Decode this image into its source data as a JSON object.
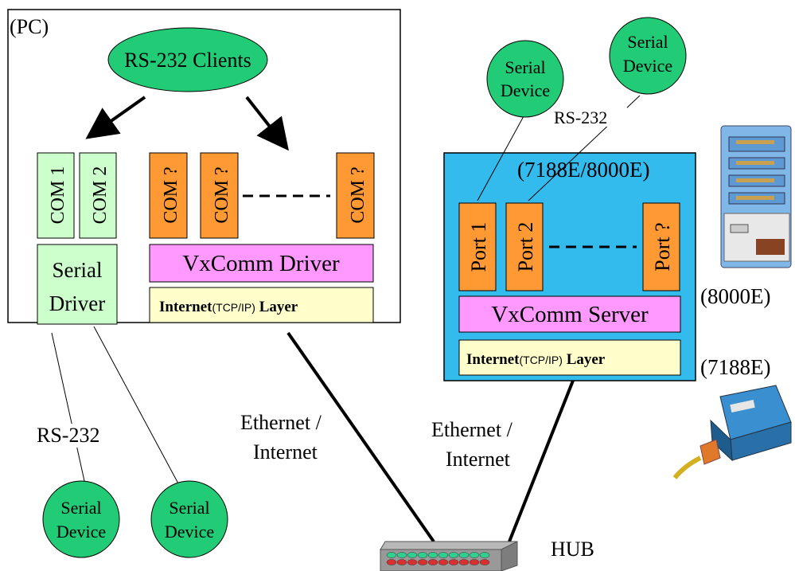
{
  "pc": {
    "label": "(PC)",
    "clients": "RS-232 Clients",
    "com_ports": [
      "COM 1",
      "COM 2"
    ],
    "virtual_ports": [
      "COM ?",
      "COM ?",
      "COM ?"
    ],
    "serial_driver": [
      "Serial",
      "Driver"
    ],
    "vxcomm_driver": "VxComm Driver",
    "internet_layer": {
      "bold": "Internet",
      "small": "(TCP/IP)",
      "tail": " Layer"
    },
    "rs232": "RS-232",
    "devices": [
      [
        "Serial",
        "Device"
      ],
      [
        "Serial",
        "Device"
      ]
    ]
  },
  "server": {
    "label": "(7188E/8000E)",
    "ports": [
      "Port 1",
      "Port 2",
      "Port ?"
    ],
    "vxcomm_server": "VxComm Server",
    "internet_layer": {
      "bold": "Internet",
      "small": "(TCP/IP)",
      "tail": " Layer"
    },
    "rs232": "RS-232",
    "devices": [
      [
        "Serial",
        "Device"
      ],
      [
        "Serial",
        "Device"
      ]
    ]
  },
  "network": {
    "left_link": [
      "Ethernet /",
      "Internet"
    ],
    "right_link": [
      "Ethernet /",
      "Internet"
    ],
    "hub": "HUB"
  },
  "products": {
    "p8000e": "(8000E)",
    "p7188e": "(7188E)"
  },
  "colors": {
    "ellipse": "#22cc77",
    "com_real": "#ccffcc",
    "com_virtual": "#ff9933",
    "vxcomm": "#ff99ff",
    "internet": "#ffffcc",
    "server_box": "#33bbee",
    "port": "#ff9933"
  }
}
